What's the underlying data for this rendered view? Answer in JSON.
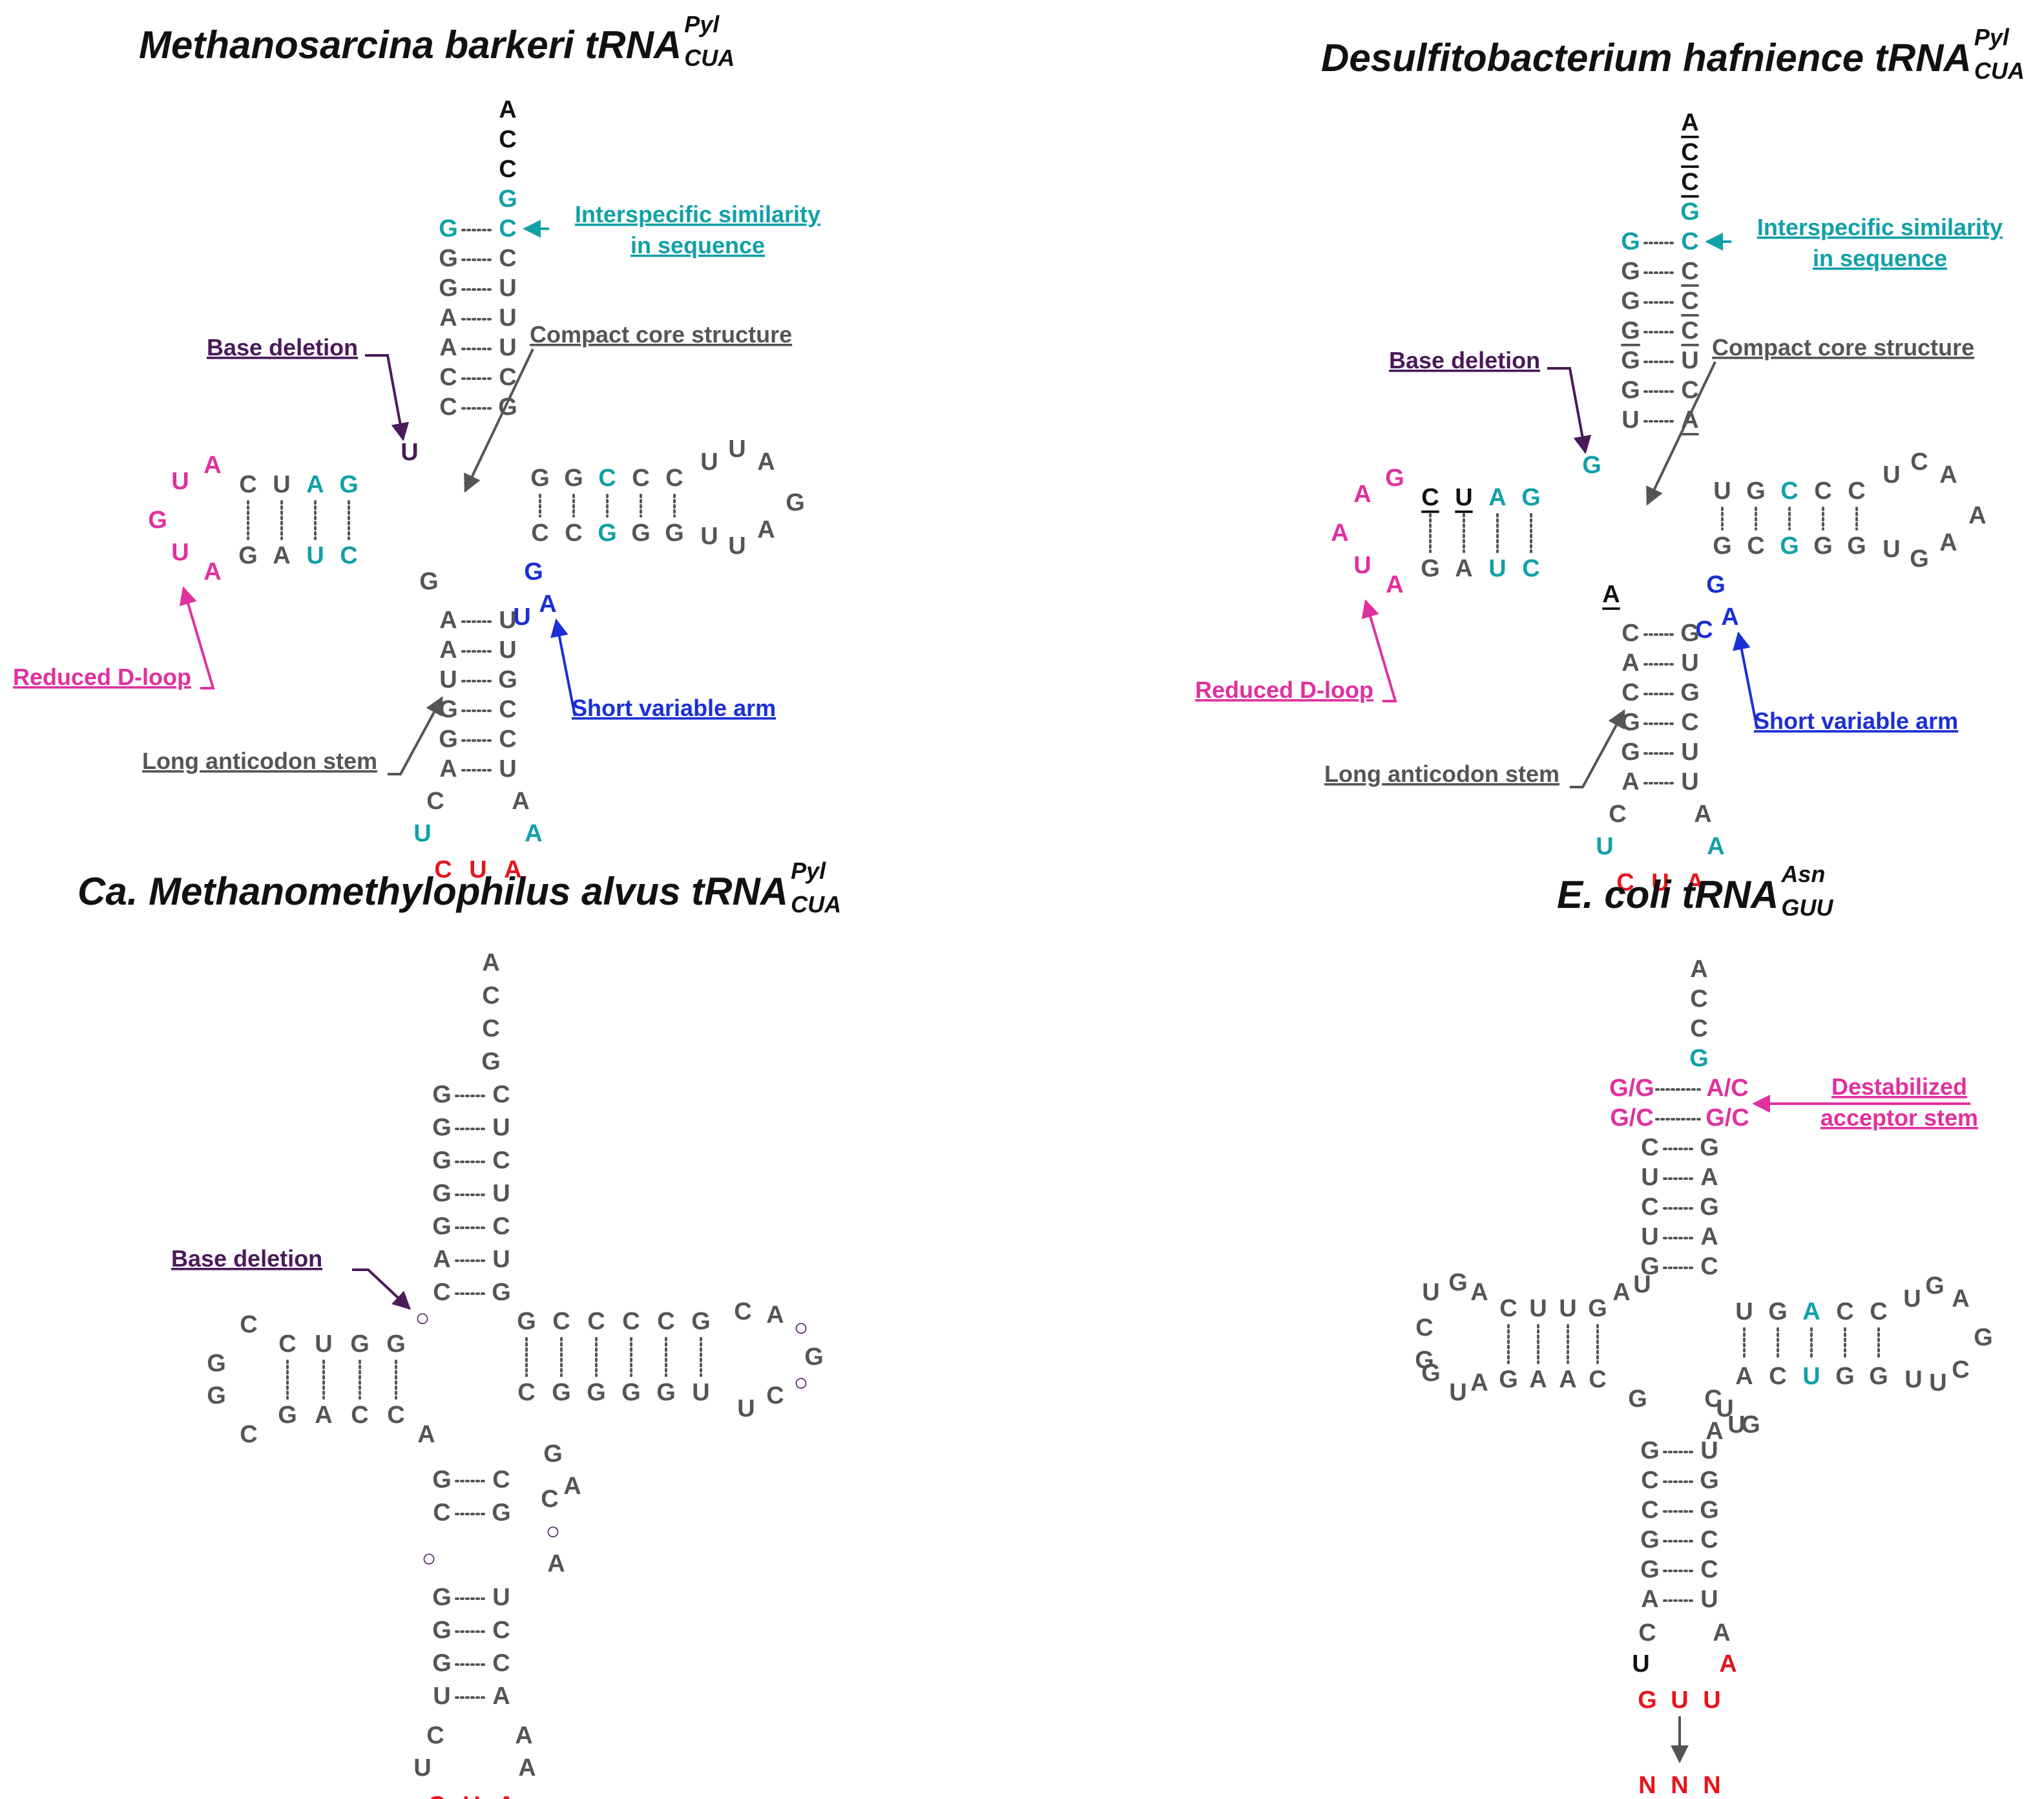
{
  "colors": {
    "default": "#555555",
    "black": "#111111",
    "teal": "#12a0a8",
    "magenta": "#e0309f",
    "blue": "#1a2fd6",
    "red": "#e8141c",
    "purple": "#4a1a5a",
    "gray": "#555555"
  },
  "panels": [
    {
      "id": "mb",
      "title": "Methanosarcina barkeri tRNA",
      "title_sup": "Pyl",
      "title_sub": "CUA",
      "sequence": {
        "acceptor_tail": [
          {
            "t": "A",
            "c": "black"
          },
          {
            "t": "C",
            "c": "black"
          },
          {
            "t": "C",
            "c": "black"
          },
          {
            "t": "G",
            "c": "teal"
          }
        ],
        "acceptor_pairs": [
          {
            "l": "G",
            "r": "C",
            "lc": "teal",
            "rc": "teal"
          },
          {
            "l": "G",
            "r": "C"
          },
          {
            "l": "G",
            "r": "U"
          },
          {
            "l": "A",
            "r": "U"
          },
          {
            "l": "A",
            "r": "U"
          },
          {
            "l": "C",
            "r": "C"
          },
          {
            "l": "C",
            "r": "G"
          }
        ],
        "connector_top": {
          "t": "U",
          "c": "purple"
        },
        "d_stem_top": [
          {
            "t": "C"
          },
          {
            "t": "U"
          },
          {
            "t": "A",
            "c": "teal"
          },
          {
            "t": "G",
            "c": "teal"
          }
        ],
        "d_stem_bottom": [
          {
            "t": "G"
          },
          {
            "t": "A"
          },
          {
            "t": "U",
            "c": "teal"
          },
          {
            "t": "C",
            "c": "teal"
          }
        ],
        "d_loop": [
          {
            "t": "A",
            "c": "magenta"
          },
          {
            "t": "U",
            "c": "magenta"
          },
          {
            "t": "G",
            "c": "magenta"
          },
          {
            "t": "U",
            "c": "magenta"
          },
          {
            "t": "A",
            "c": "magenta"
          }
        ],
        "connector_bottom": {
          "t": "G"
        },
        "t_stem_top": [
          {
            "t": "G"
          },
          {
            "t": "G"
          },
          {
            "t": "C",
            "c": "teal"
          },
          {
            "t": "C"
          },
          {
            "t": "C"
          }
        ],
        "t_stem_bottom": [
          {
            "t": "C"
          },
          {
            "t": "C"
          },
          {
            "t": "G",
            "c": "teal"
          },
          {
            "t": "G"
          },
          {
            "t": "G"
          }
        ],
        "t_loop": [
          {
            "t": "U"
          },
          {
            "t": "U"
          },
          {
            "t": "A"
          },
          {
            "t": "G"
          },
          {
            "t": "A"
          },
          {
            "t": "U"
          },
          {
            "t": "U"
          }
        ],
        "variable": [
          {
            "t": "G",
            "c": "blue"
          },
          {
            "t": "A",
            "c": "blue"
          },
          {
            "t": "U",
            "c": "blue"
          }
        ],
        "anticodon_pairs": [
          {
            "l": "A",
            "r": "U"
          },
          {
            "l": "A",
            "r": "U"
          },
          {
            "l": "U",
            "r": "G"
          },
          {
            "l": "G",
            "r": "C"
          },
          {
            "l": "G",
            "r": "C"
          },
          {
            "l": "A",
            "r": "U"
          }
        ],
        "anticodon_loop": {
          "l1": {
            "t": "C"
          },
          "l2": {
            "t": "U",
            "c": "teal"
          },
          "r1": {
            "t": "A"
          },
          "r2": {
            "t": "A",
            "c": "teal"
          }
        },
        "anticodon": [
          {
            "t": "C",
            "c": "red"
          },
          {
            "t": "U",
            "c": "red"
          },
          {
            "t": "A",
            "c": "red"
          }
        ]
      },
      "labels": [
        {
          "text": "Interspecific similarity",
          "line2": "in sequence",
          "color": "teal"
        },
        {
          "text": "Compact core structure",
          "color": "gray"
        },
        {
          "text": "Base deletion",
          "color": "purple"
        },
        {
          "text": "Reduced D-loop",
          "color": "magenta"
        },
        {
          "text": "Short variable arm",
          "color": "blue"
        },
        {
          "text": "Long anticodon stem",
          "color": "gray"
        }
      ]
    },
    {
      "id": "dh",
      "title": "Desulfitobacterium hafnience tRNA",
      "title_sup": "Pyl",
      "title_sub": "CUA",
      "sequence": {
        "acceptor_tail": [
          {
            "t": "A",
            "c": "black",
            "u": true
          },
          {
            "t": "C",
            "c": "black",
            "u": true
          },
          {
            "t": "C",
            "c": "black",
            "u": true
          },
          {
            "t": "G",
            "c": "teal"
          }
        ],
        "acceptor_pairs": [
          {
            "l": "G",
            "r": "C",
            "lc": "teal",
            "rc": "teal"
          },
          {
            "l": "G",
            "r": "C",
            "ru": true
          },
          {
            "l": "G",
            "r": "C",
            "ru": true
          },
          {
            "l": "G",
            "r": "C",
            "lu": true,
            "ru": true
          },
          {
            "l": "G",
            "r": "U"
          },
          {
            "l": "G",
            "r": "C"
          },
          {
            "l": "U",
            "r": "A",
            "ru": true
          }
        ],
        "connector_top": {
          "t": "G",
          "c": "teal"
        },
        "d_stem_top": [
          {
            "t": "C",
            "c": "black",
            "u": true
          },
          {
            "t": "U",
            "c": "black",
            "u": true
          },
          {
            "t": "A",
            "c": "teal"
          },
          {
            "t": "G",
            "c": "teal"
          }
        ],
        "d_stem_bottom": [
          {
            "t": "G"
          },
          {
            "t": "A"
          },
          {
            "t": "U",
            "c": "teal"
          },
          {
            "t": "C",
            "c": "teal"
          }
        ],
        "d_loop": [
          {
            "t": "G",
            "c": "magenta"
          },
          {
            "t": "A",
            "c": "magenta"
          },
          {
            "t": "A",
            "c": "magenta"
          },
          {
            "t": "U",
            "c": "magenta"
          },
          {
            "t": "A",
            "c": "magenta"
          }
        ],
        "connector_bottom": {
          "t": "A",
          "c": "black",
          "u": true
        },
        "t_stem_top": [
          {
            "t": "U"
          },
          {
            "t": "G"
          },
          {
            "t": "C",
            "c": "teal"
          },
          {
            "t": "C"
          },
          {
            "t": "C"
          }
        ],
        "t_stem_bottom": [
          {
            "t": "G"
          },
          {
            "t": "C"
          },
          {
            "t": "G",
            "c": "teal"
          },
          {
            "t": "G"
          },
          {
            "t": "G"
          }
        ],
        "t_loop": [
          {
            "t": "U"
          },
          {
            "t": "C"
          },
          {
            "t": "A"
          },
          {
            "t": "A"
          },
          {
            "t": "A"
          },
          {
            "t": "G"
          },
          {
            "t": "U"
          }
        ],
        "variable": [
          {
            "t": "G",
            "c": "blue"
          },
          {
            "t": "A",
            "c": "blue"
          },
          {
            "t": "C",
            "c": "blue"
          }
        ],
        "anticodon_pairs": [
          {
            "l": "C",
            "r": "G"
          },
          {
            "l": "A",
            "r": "U"
          },
          {
            "l": "C",
            "r": "G"
          },
          {
            "l": "G",
            "r": "C"
          },
          {
            "l": "G",
            "r": "U"
          },
          {
            "l": "A",
            "r": "U"
          }
        ],
        "anticodon_loop": {
          "l1": {
            "t": "C"
          },
          "l2": {
            "t": "U",
            "c": "teal"
          },
          "r1": {
            "t": "A"
          },
          "r2": {
            "t": "A",
            "c": "teal"
          }
        },
        "anticodon": [
          {
            "t": "C",
            "c": "red"
          },
          {
            "t": "U",
            "c": "red"
          },
          {
            "t": "A",
            "c": "red"
          }
        ]
      },
      "labels": [
        {
          "text": "Interspecific similarity",
          "line2": "in sequence",
          "color": "teal"
        },
        {
          "text": "Compact core structure",
          "color": "gray"
        },
        {
          "text": "Base deletion",
          "color": "purple"
        },
        {
          "text": "Reduced D-loop",
          "color": "magenta"
        },
        {
          "text": "Short variable arm",
          "color": "blue"
        },
        {
          "text": "Long anticodon stem",
          "color": "gray"
        }
      ]
    },
    {
      "id": "ma",
      "title": "Ca. Methanomethylophilus alvus tRNA",
      "title_sup": "Pyl",
      "title_sub": "CUA",
      "sequence": {
        "acceptor_tail": [
          {
            "t": "A"
          },
          {
            "t": "C"
          },
          {
            "t": "C"
          },
          {
            "t": "G"
          }
        ],
        "acceptor_pairs": [
          {
            "l": "G",
            "r": "C"
          },
          {
            "l": "G",
            "r": "U"
          },
          {
            "l": "G",
            "r": "C"
          },
          {
            "l": "G",
            "r": "U"
          },
          {
            "l": "G",
            "r": "C"
          },
          {
            "l": "A",
            "r": "U"
          },
          {
            "l": "C",
            "r": "G"
          }
        ],
        "connector_top": {
          "t": "○",
          "c": "purple"
        },
        "d_stem_top": [
          {
            "t": "C"
          },
          {
            "t": "U"
          },
          {
            "t": "G"
          },
          {
            "t": "G"
          }
        ],
        "d_stem_bottom": [
          {
            "t": "G"
          },
          {
            "t": "A"
          },
          {
            "t": "C"
          },
          {
            "t": "C"
          }
        ],
        "d_loop": [
          {
            "t": "C"
          },
          {
            "t": "G"
          },
          {
            "t": "G"
          },
          {
            "t": "C"
          }
        ],
        "connector_bottom": {
          "t": "A"
        },
        "t_stem_top": [
          {
            "t": "G"
          },
          {
            "t": "C"
          },
          {
            "t": "C"
          },
          {
            "t": "C"
          },
          {
            "t": "C"
          },
          {
            "t": "G"
          }
        ],
        "t_stem_bottom": [
          {
            "t": "C"
          },
          {
            "t": "G"
          },
          {
            "t": "G"
          },
          {
            "t": "G"
          },
          {
            "t": "G"
          },
          {
            "t": "U"
          }
        ],
        "t_loop": [
          {
            "t": "C"
          },
          {
            "t": "A"
          },
          {
            "t": "○",
            "c": "purple"
          },
          {
            "t": "G"
          },
          {
            "t": "○",
            "c": "purple"
          },
          {
            "t": "C"
          },
          {
            "t": "U"
          }
        ],
        "variable": [
          {
            "t": "G"
          },
          {
            "t": "A"
          },
          {
            "t": "C"
          },
          {
            "t": "○",
            "c": "purple"
          },
          {
            "t": "A"
          }
        ],
        "short_pairs": [
          {
            "l": "G",
            "r": "C"
          },
          {
            "l": "C",
            "r": "G"
          }
        ],
        "bulge": {
          "t": "○",
          "c": "purple"
        },
        "anticodon_pairs": [
          {
            "l": "G",
            "r": "U"
          },
          {
            "l": "G",
            "r": "C"
          },
          {
            "l": "G",
            "r": "C"
          },
          {
            "l": "U",
            "r": "A"
          }
        ],
        "anticodon_loop": {
          "l1": {
            "t": "C"
          },
          "l2": {
            "t": "U"
          },
          "r1": {
            "t": "A"
          },
          "r2": {
            "t": "A"
          }
        },
        "anticodon": [
          {
            "t": "C",
            "c": "red"
          },
          {
            "t": "U",
            "c": "red"
          },
          {
            "t": "A",
            "c": "red"
          }
        ]
      },
      "labels": [
        {
          "text": "Base deletion",
          "color": "purple"
        }
      ]
    },
    {
      "id": "ec",
      "title": "E. coli tRNA",
      "title_sup": "Asn",
      "title_sub": "GUU",
      "sequence": {
        "acceptor_tail": [
          {
            "t": "A"
          },
          {
            "t": "C"
          },
          {
            "t": "C"
          },
          {
            "t": "G",
            "c": "teal"
          }
        ],
        "acceptor_pairs": [
          {
            "l": "G/G",
            "r": "A/C",
            "lc": "magenta",
            "rc": "magenta"
          },
          {
            "l": "G/C",
            "r": "G/C",
            "lc": "magenta",
            "rc": "magenta"
          },
          {
            "l": "C",
            "r": "G"
          },
          {
            "l": "U",
            "r": "A"
          },
          {
            "l": "C",
            "r": "G"
          },
          {
            "l": "U",
            "r": "A"
          },
          {
            "l": "G",
            "r": "C"
          }
        ],
        "connector_top": [
          {
            "t": "A"
          },
          {
            "t": "U"
          }
        ],
        "d_stem_top": [
          {
            "t": "C"
          },
          {
            "t": "U"
          },
          {
            "t": "U"
          },
          {
            "t": "G"
          }
        ],
        "d_stem_bottom": [
          {
            "t": "G"
          },
          {
            "t": "A"
          },
          {
            "t": "A"
          },
          {
            "t": "C"
          }
        ],
        "d_loop": [
          {
            "t": "A"
          },
          {
            "t": "G"
          },
          {
            "t": "U"
          },
          {
            "t": "C"
          },
          {
            "t": "G"
          },
          {
            "t": "G"
          },
          {
            "t": "U"
          },
          {
            "t": "A"
          }
        ],
        "connector_bottom": {
          "t": "G"
        },
        "t_stem_top": [
          {
            "t": "U"
          },
          {
            "t": "G"
          },
          {
            "t": "A",
            "c": "teal"
          },
          {
            "t": "C"
          },
          {
            "t": "C"
          }
        ],
        "t_stem_bottom": [
          {
            "t": "A"
          },
          {
            "t": "C"
          },
          {
            "t": "U",
            "c": "teal"
          },
          {
            "t": "G"
          },
          {
            "t": "G"
          }
        ],
        "t_loop": [
          {
            "t": "U"
          },
          {
            "t": "G"
          },
          {
            "t": "A"
          },
          {
            "t": "G"
          },
          {
            "t": "C"
          },
          {
            "t": "U"
          },
          {
            "t": "U"
          }
        ],
        "variable": [
          {
            "t": "C"
          },
          {
            "t": "U"
          },
          {
            "t": "A"
          },
          {
            "t": "U"
          },
          {
            "t": "G"
          }
        ],
        "anticodon_pairs": [
          {
            "l": "G",
            "r": "U"
          },
          {
            "l": "C",
            "r": "G"
          },
          {
            "l": "C",
            "r": "G"
          },
          {
            "l": "G",
            "r": "C"
          },
          {
            "l": "G",
            "r": "C"
          },
          {
            "l": "A",
            "r": "U"
          }
        ],
        "anticodon_loop": {
          "l1": {
            "t": "C"
          },
          "l2": {
            "t": "U",
            "c": "black"
          },
          "r1": {
            "t": "A"
          },
          "r2": {
            "t": "A",
            "c": "red"
          }
        },
        "anticodon": [
          {
            "t": "G",
            "c": "red"
          },
          {
            "t": "U",
            "c": "red"
          },
          {
            "t": "U",
            "c": "red"
          }
        ],
        "mutant": [
          {
            "t": "N",
            "c": "red"
          },
          {
            "t": "N",
            "c": "red"
          },
          {
            "t": "N",
            "c": "red"
          }
        ]
      },
      "labels": [
        {
          "text": "Destabilized",
          "line2": "acceptor stem",
          "color": "magenta"
        }
      ]
    }
  ]
}
